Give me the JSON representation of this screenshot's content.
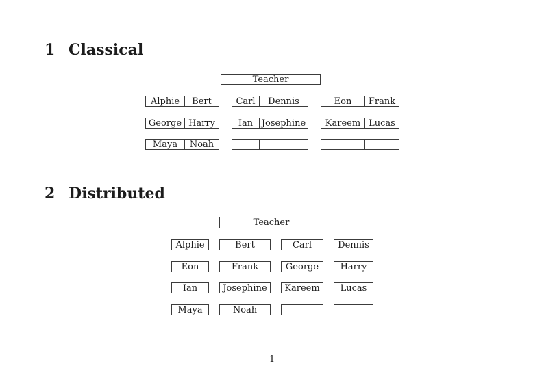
{
  "document": {
    "page_number": "1",
    "colors": {
      "text": "#1c1c1c",
      "border": "#3c3c3c",
      "background": "#ffffff"
    },
    "sections": [
      {
        "number": "1",
        "title": "Classical",
        "teacher_label": "Teacher",
        "rows": [
          [
            {
              "left": "Alphie",
              "right": "Bert"
            },
            {
              "left": "Carl",
              "right": "Dennis"
            },
            {
              "left": "Eon",
              "right": "Frank"
            }
          ],
          [
            {
              "left": "George",
              "right": "Harry"
            },
            {
              "left": "Ian",
              "right": "Josephine"
            },
            {
              "left": "Kareem",
              "right": "Lucas"
            }
          ],
          [
            {
              "left": "Maya",
              "right": "Noah"
            },
            {
              "left": "",
              "right": ""
            },
            {
              "left": "",
              "right": ""
            }
          ]
        ]
      },
      {
        "number": "2",
        "title": "Distributed",
        "teacher_label": "Teacher",
        "rows": [
          [
            "Alphie",
            "Bert",
            "Carl",
            "Dennis"
          ],
          [
            "Eon",
            "Frank",
            "George",
            "Harry"
          ],
          [
            "Ian",
            "Josephine",
            "Kareem",
            "Lucas"
          ],
          [
            "Maya",
            "Noah",
            "",
            ""
          ]
        ]
      }
    ]
  }
}
